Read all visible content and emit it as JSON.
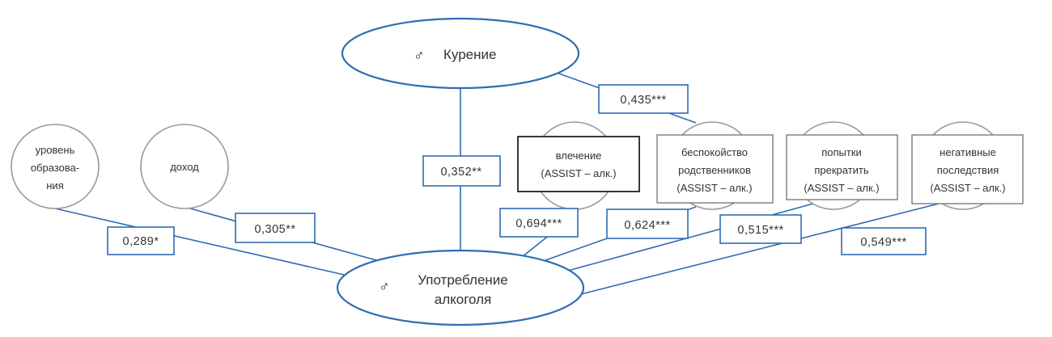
{
  "nodes": {
    "smoking": {
      "symbol": "♂",
      "label": "Курение"
    },
    "alcohol": {
      "symbol": "♂",
      "lines": [
        "Употребление",
        "алкоголя"
      ]
    },
    "education": {
      "lines": [
        "уровень",
        "образова-",
        "ния"
      ]
    },
    "income": {
      "label": "доход"
    },
    "craving": {
      "lines": [
        "влечение",
        "(ASSIST – алк.)"
      ]
    },
    "relatives_worry": {
      "lines": [
        "беспокойство",
        "родственников",
        "(ASSIST – алк.)"
      ]
    },
    "quit_attempts": {
      "lines": [
        "попытки",
        "прекратить",
        "(ASSIST – алк.)"
      ]
    },
    "negative_consequences": {
      "lines": [
        "негативные",
        "последствия",
        "(ASSIST – алк.)"
      ]
    }
  },
  "coefficients": {
    "education": "0,289*",
    "income": "0,305**",
    "smoking": "0,352**",
    "smoking_relatives": "0,435***",
    "craving": "0,694***",
    "relatives_worry": "0,624***",
    "quit_attempts": "0,515***",
    "negative_consequences": "0,549***"
  }
}
